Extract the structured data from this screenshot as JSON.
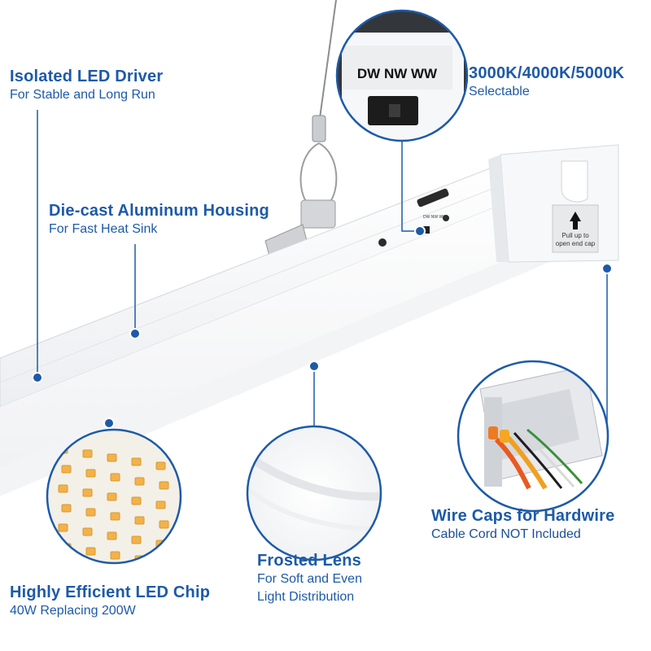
{
  "features": {
    "driver": {
      "title": "Isolated LED Driver",
      "subtitle": "For Stable and Long Run"
    },
    "cct": {
      "title": "3000K/4000K/5000K",
      "subtitle": "Selectable"
    },
    "housing": {
      "title": "Die-cast Aluminum Housing",
      "subtitle": "For Fast Heat Sink"
    },
    "wire_caps": {
      "title": "Wire Caps for Hardwire",
      "subtitle": "Cable Cord NOT Included"
    },
    "lens": {
      "title": "Frosted Lens",
      "subtitle_line1": "For Soft and Even",
      "subtitle_line2": "Light Distribution"
    },
    "chip": {
      "title": "Highly Efficient LED Chip",
      "subtitle": "40W Replacing 200W"
    }
  },
  "switch_label": {
    "text": "DW  NW  WW",
    "small": "DW NW WW"
  },
  "end_cap_label": {
    "line1": "Pull up to",
    "line2": "open end cap"
  },
  "colors": {
    "accent": "#1d5aa8",
    "housing": "#f4f5f6",
    "lens": "#fbfbfb",
    "edge": "#d9dde2"
  }
}
